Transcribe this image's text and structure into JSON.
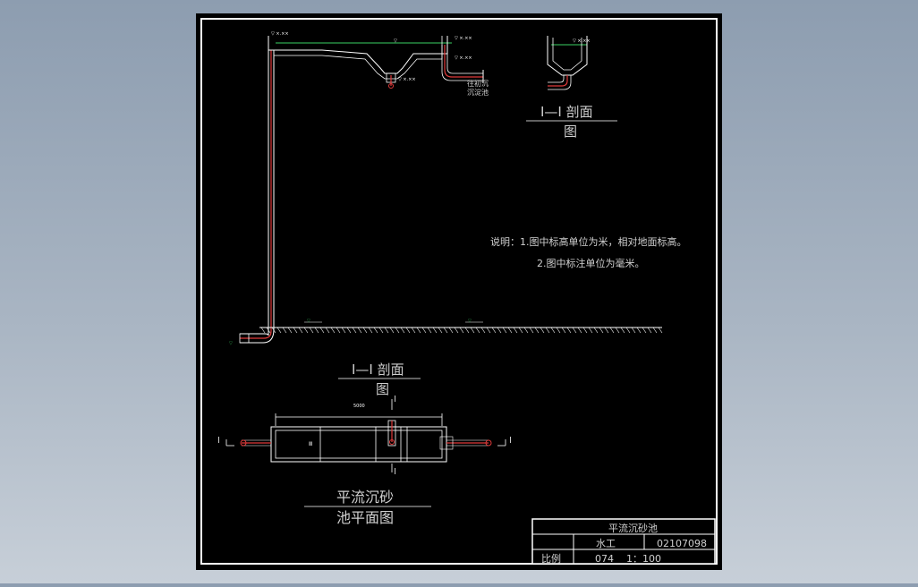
{
  "drawing": {
    "colors": {
      "sheet": "#000000",
      "frame": "#ffffff",
      "water": "#2fa84f",
      "pipe": "#e03a3a",
      "line": "#ffffff"
    },
    "section_title": {
      "line1": "I—I 剖面",
      "line2": "图"
    },
    "section2_title": {
      "line1": "I—I 剖面",
      "line2": "图"
    },
    "plan_title": {
      "line1": "平流沉砂",
      "line2": "池平面图"
    },
    "notes": {
      "line1": "说明：1.图中标高单位为米，相对地面标高。",
      "line2": "2.图中标注单位为毫米。"
    },
    "labels": {
      "outlet": "往初沉\n沉淀池",
      "section_mark": "I"
    },
    "title_block": {
      "name": "平流沉砂池",
      "dept": "水工",
      "code": "02107098",
      "scale_label": "比例",
      "scale_num": "074",
      "scale_value": "1：100"
    }
  }
}
